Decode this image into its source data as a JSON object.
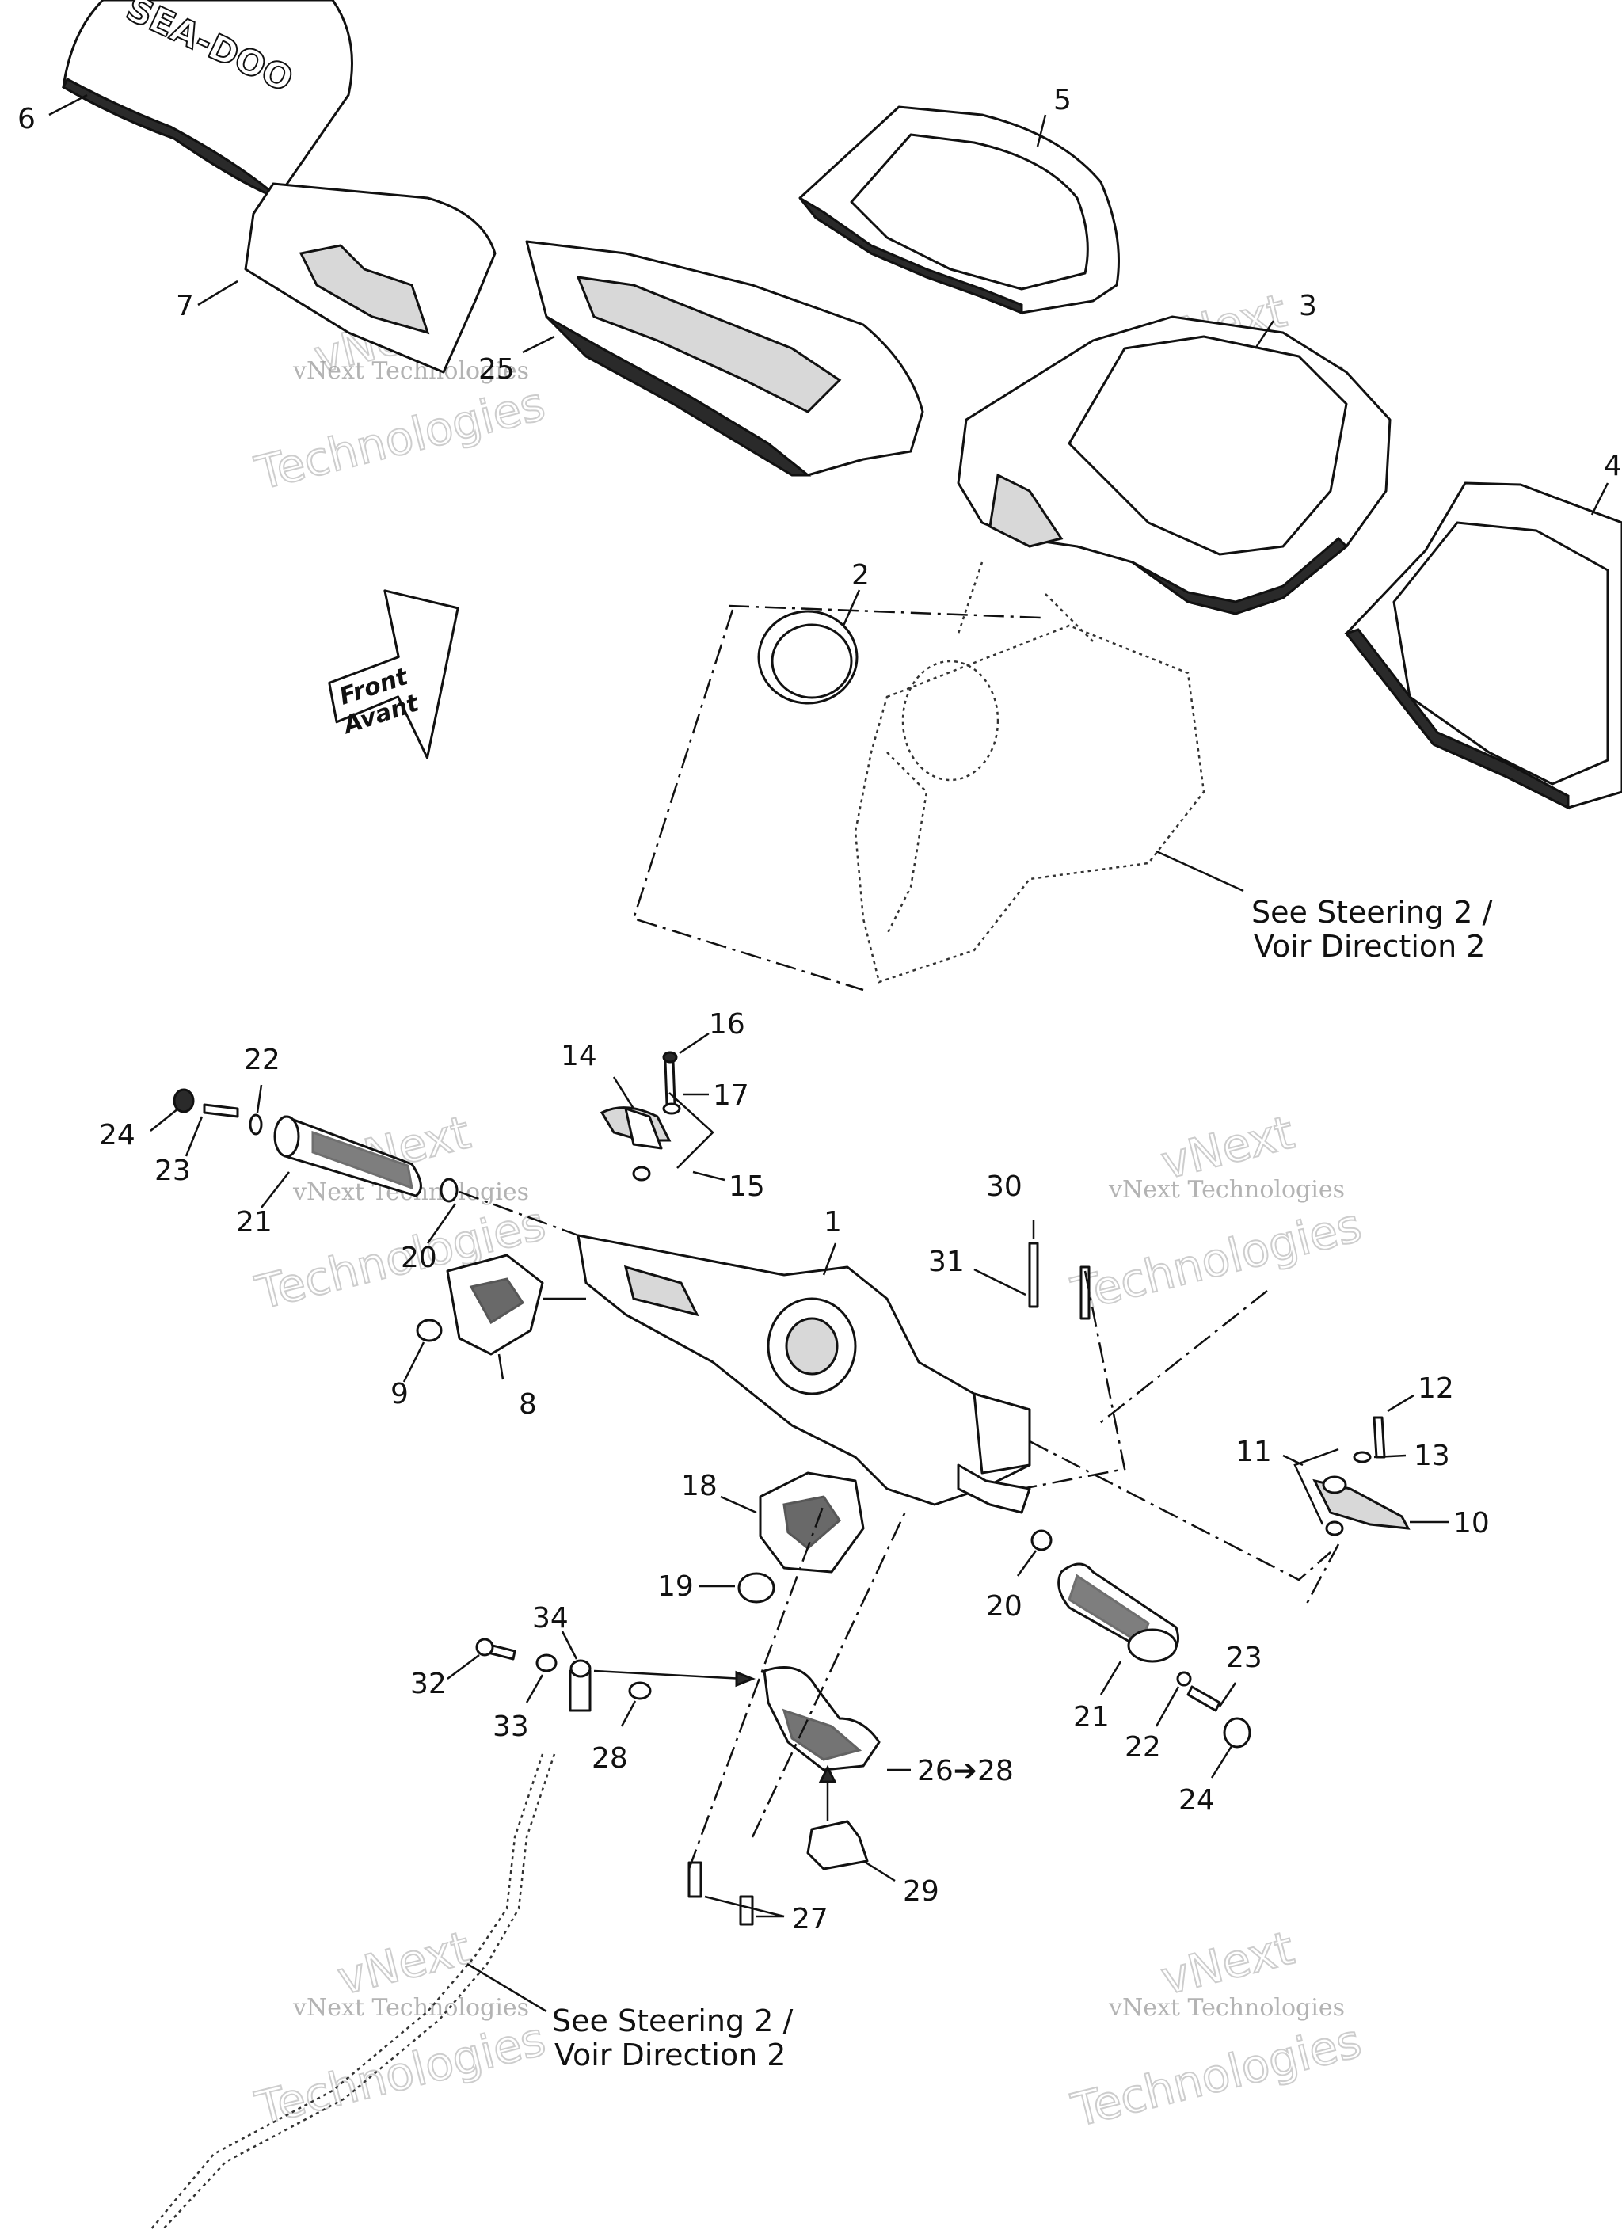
{
  "callouts": [
    {
      "id": "c6",
      "text": "6"
    },
    {
      "id": "c7",
      "text": "7"
    },
    {
      "id": "c25",
      "text": "25"
    },
    {
      "id": "c5",
      "text": "5"
    },
    {
      "id": "c3",
      "text": "3"
    },
    {
      "id": "c4",
      "text": "4"
    },
    {
      "id": "c2",
      "text": "2"
    },
    {
      "id": "c16",
      "text": "16"
    },
    {
      "id": "c14",
      "text": "14"
    },
    {
      "id": "c17",
      "text": "17"
    },
    {
      "id": "c15",
      "text": "15"
    },
    {
      "id": "c22a",
      "text": "22"
    },
    {
      "id": "c24a",
      "text": "24"
    },
    {
      "id": "c23a",
      "text": "23"
    },
    {
      "id": "c21a",
      "text": "21"
    },
    {
      "id": "c20a",
      "text": "20"
    },
    {
      "id": "c1",
      "text": "1"
    },
    {
      "id": "c30",
      "text": "30"
    },
    {
      "id": "c31",
      "text": "31"
    },
    {
      "id": "c9",
      "text": "9"
    },
    {
      "id": "c8",
      "text": "8"
    },
    {
      "id": "c12",
      "text": "12"
    },
    {
      "id": "c11",
      "text": "11"
    },
    {
      "id": "c13",
      "text": "13"
    },
    {
      "id": "c10",
      "text": "10"
    },
    {
      "id": "c18",
      "text": "18"
    },
    {
      "id": "c19",
      "text": "19"
    },
    {
      "id": "c20b",
      "text": "20"
    },
    {
      "id": "c23b",
      "text": "23"
    },
    {
      "id": "c34",
      "text": "34"
    },
    {
      "id": "c32",
      "text": "32"
    },
    {
      "id": "c33",
      "text": "33"
    },
    {
      "id": "c28",
      "text": "28"
    },
    {
      "id": "c26",
      "text": "26➔28"
    },
    {
      "id": "c21b",
      "text": "21"
    },
    {
      "id": "c22b",
      "text": "22"
    },
    {
      "id": "c24b",
      "text": "24"
    },
    {
      "id": "c29",
      "text": "29"
    },
    {
      "id": "c27",
      "text": "27"
    }
  ],
  "references": {
    "upper": {
      "line1": "See Steering 2 /",
      "line2": "Voir Direction 2"
    },
    "lower": {
      "line1": "See Steering 2 /",
      "line2": "Voir Direction 2"
    }
  },
  "front_arrow": {
    "line1": "Front",
    "line2": "Avant"
  },
  "logo_text": "SEA-DOO",
  "watermark": {
    "line1": "vNext",
    "line2": "vNext Technologies",
    "line3": "Technologies"
  },
  "colors": {
    "ink": "#111111",
    "watermark": "#9a9a9a",
    "background": "#ffffff"
  }
}
